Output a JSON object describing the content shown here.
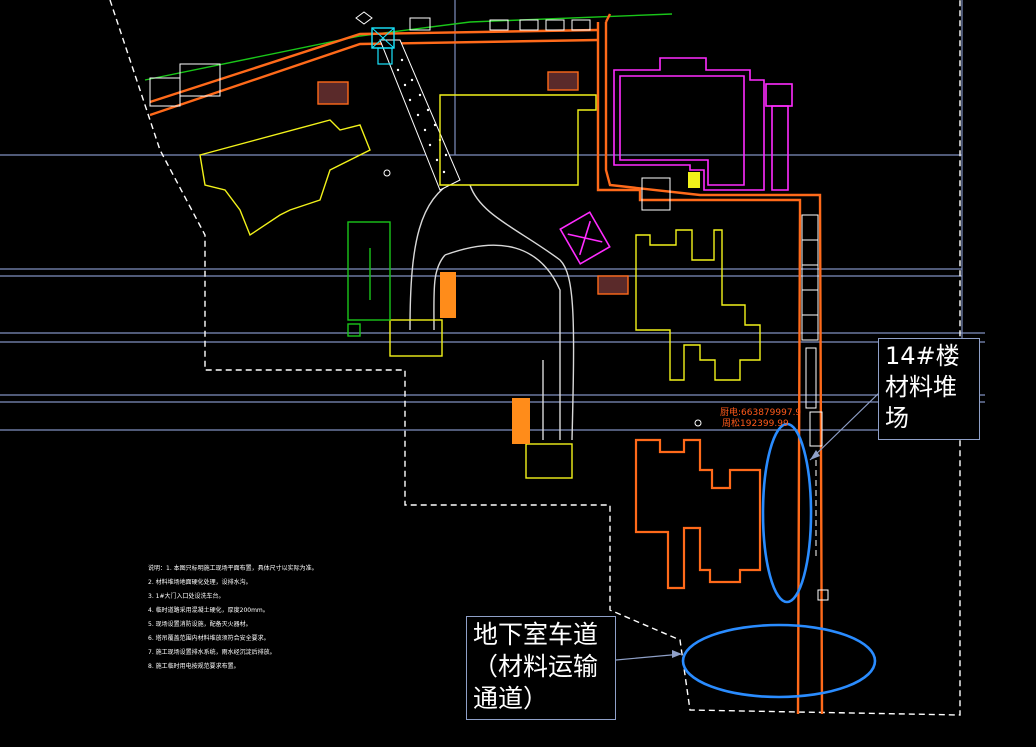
{
  "labels": {
    "phone_line1": "厨电:663879997.9",
    "phone_line2": "周松192399.99"
  },
  "callouts": {
    "building14": [
      "14#楼",
      "材料堆",
      "场"
    ],
    "basement_ramp": [
      "地下室车道",
      "（材料运输",
      "通道）"
    ]
  },
  "notes": [
    "说明：1. 本图只标明施工现场平面布置，具体尺寸以实际为准。",
    "2. 材料堆场地面硬化处理，设排水沟。",
    "3. 1#大门入口处设洗车台。",
    "4. 临时道路采用混凝土硬化，厚度200mm。",
    "5. 现场设置消防设施，配备灭火器材。",
    "6. 塔吊覆盖范围内材料堆放须符合安全要求。",
    "7. 施工现场设置排水系统，雨水经沉淀后排放。",
    "8. 施工临时用电按规范要求布置。"
  ],
  "colors": {
    "background": "#000000",
    "road": "#ff6a1a",
    "fence": "#ffffff",
    "building_existing": "#f2f21a",
    "building_active": "#ff6a1a",
    "office": "#ff2cff",
    "grid_line": "#7f8fbf",
    "highlight": "#2a8cff",
    "green_zone": "#19c619",
    "crane": "#19e6ff"
  }
}
